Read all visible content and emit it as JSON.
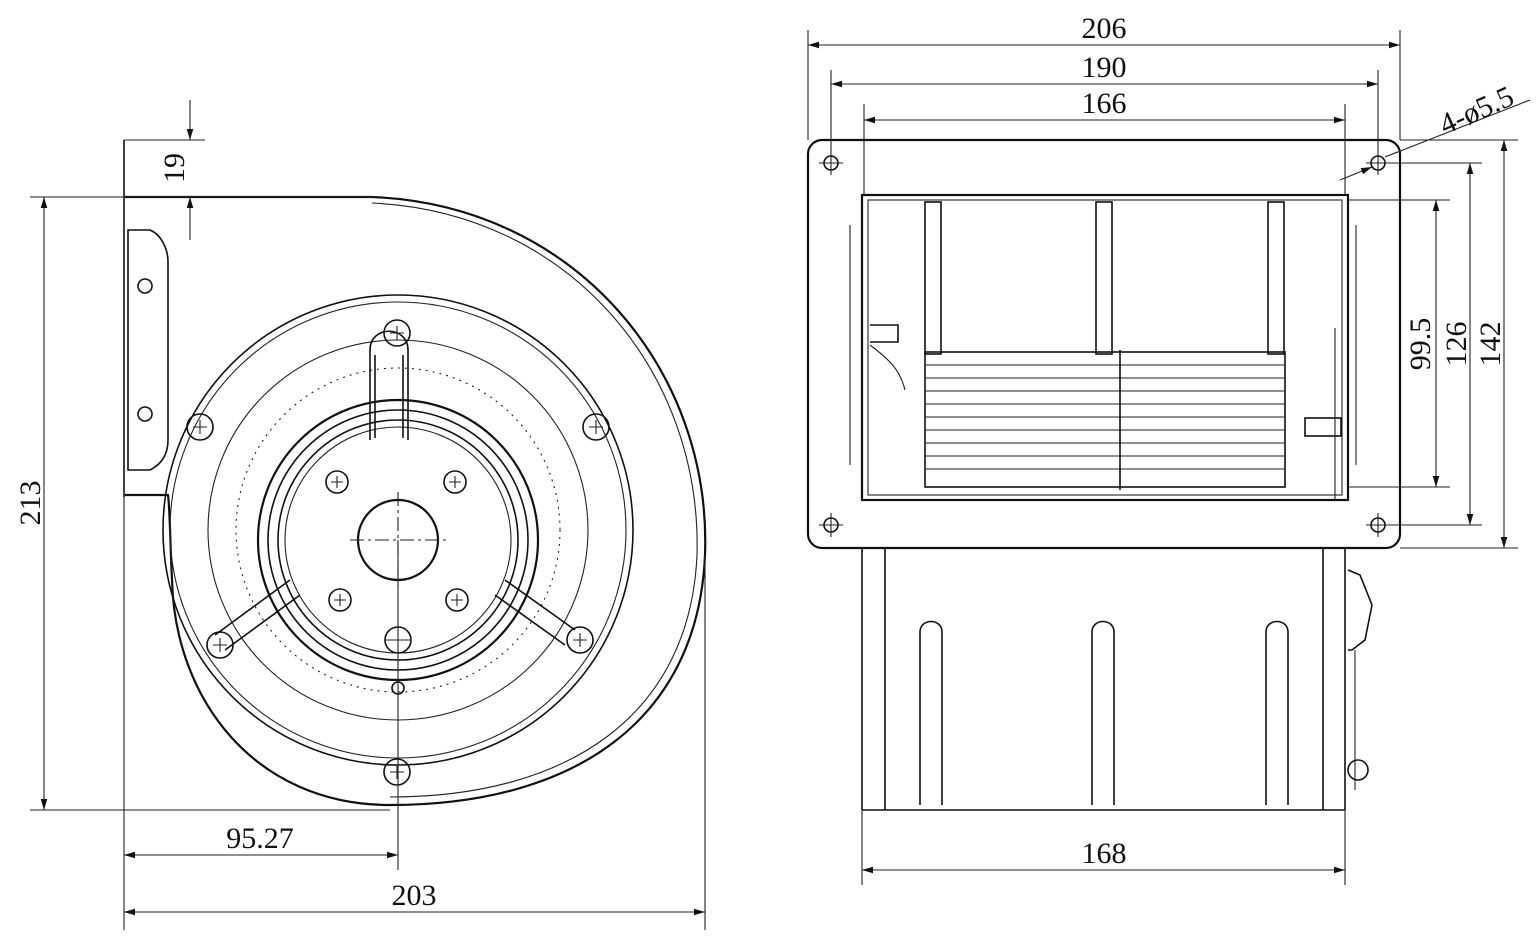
{
  "front_view": {
    "dimensions": {
      "overall_width": "203",
      "overall_height": "213",
      "axis_offset": "95.27",
      "flange_height": "19"
    }
  },
  "side_view": {
    "dimensions": {
      "flange_width": "206",
      "hole_pitch": "190",
      "outlet_width": "166",
      "body_width": "168",
      "flange_height": "142",
      "outlet_height": "126",
      "inner_height": "99.5",
      "mount_holes": "4-ø5.5"
    }
  },
  "colors": {
    "line": "#111111",
    "paper": "#ffffff"
  }
}
